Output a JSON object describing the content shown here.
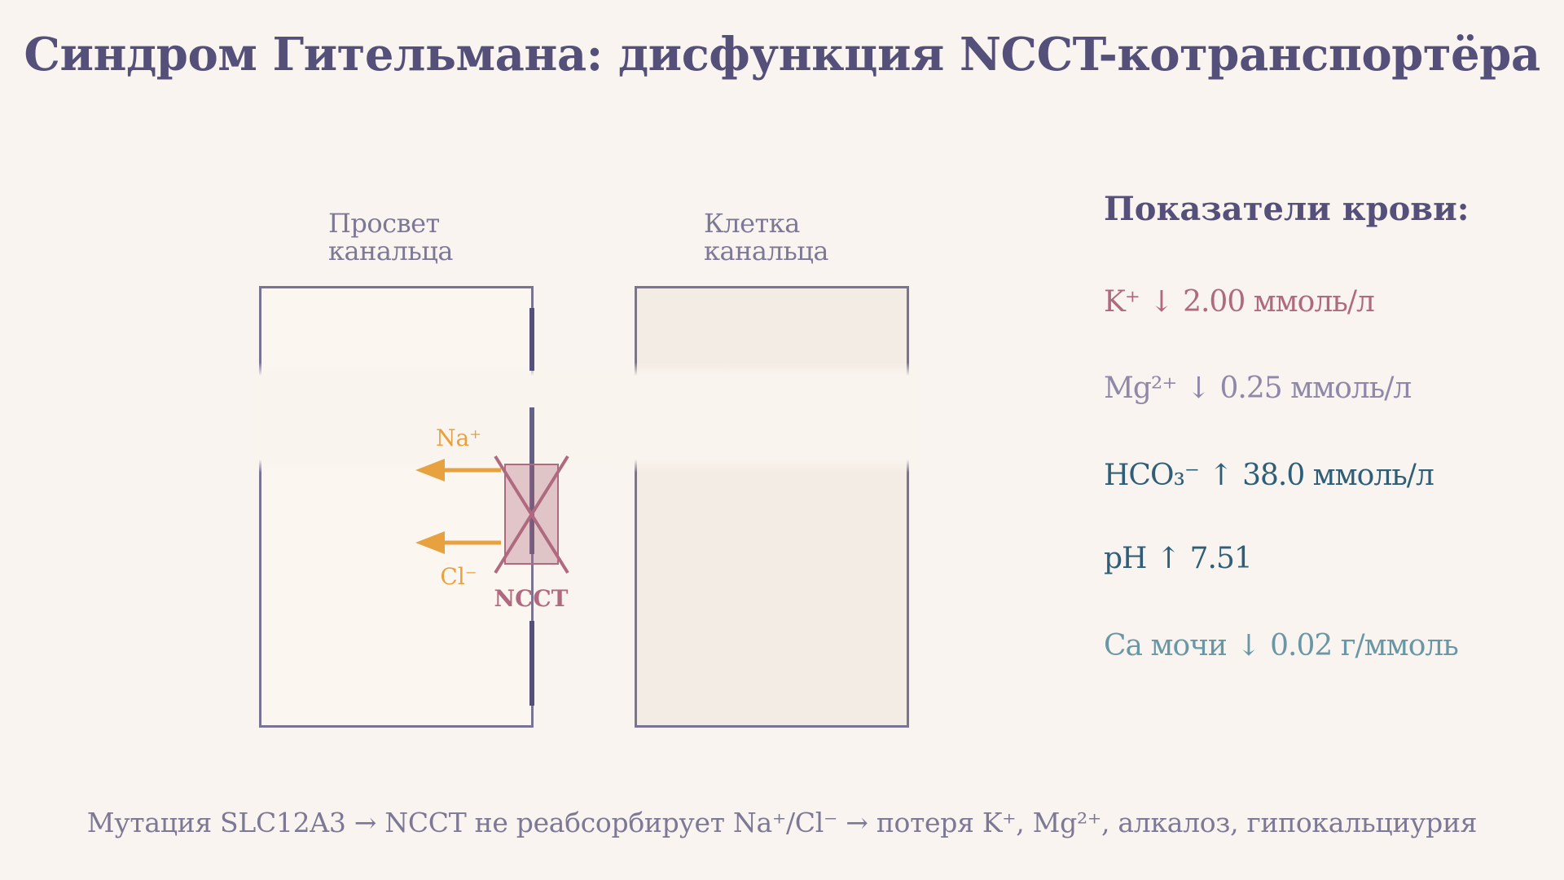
{
  "title": "Синдром Гительмана: дисфункция NCCT-котранспортёра",
  "diagram": {
    "lumen_label": [
      "Просвет",
      "канальца"
    ],
    "cell_label": [
      "Клетка",
      "канальца"
    ],
    "ion_na": "Na⁺",
    "ion_cl": "Cl⁻",
    "transporter_label": "NCCT",
    "transporter_state": "blocked"
  },
  "panel": {
    "title": "Показатели крови:",
    "items": [
      {
        "name": "K⁺",
        "arrow": "↓",
        "value": "2.00 ммоль/л",
        "color": "#b06a80"
      },
      {
        "name": "Mg²⁺",
        "arrow": "↓",
        "value": "0.25 ммоль/л",
        "color": "#8f88a8"
      },
      {
        "name": "HCO₃⁻",
        "arrow": "↑",
        "value": "38.0 ммоль/л",
        "color": "#2f5f78"
      },
      {
        "name": "pH",
        "arrow": "↑",
        "value": "7.51",
        "color": "#2f5f78"
      },
      {
        "name": "Ca мочи",
        "arrow": "↓",
        "value": "0.02 г/ммоль",
        "color": "#6a97a6"
      }
    ]
  },
  "footnote": "Мутация SLC12A3 → NCCT не реабсорбирует Na⁺/Cl⁻ → потеря K⁺, Mg²⁺, алкалоз, гипокальциурия",
  "colors": {
    "background": "#f9f4ef",
    "heading": "#55507a",
    "ion_arrow": "#e8a13f",
    "transporter": "#b06a80",
    "membrane": "#55507a"
  }
}
